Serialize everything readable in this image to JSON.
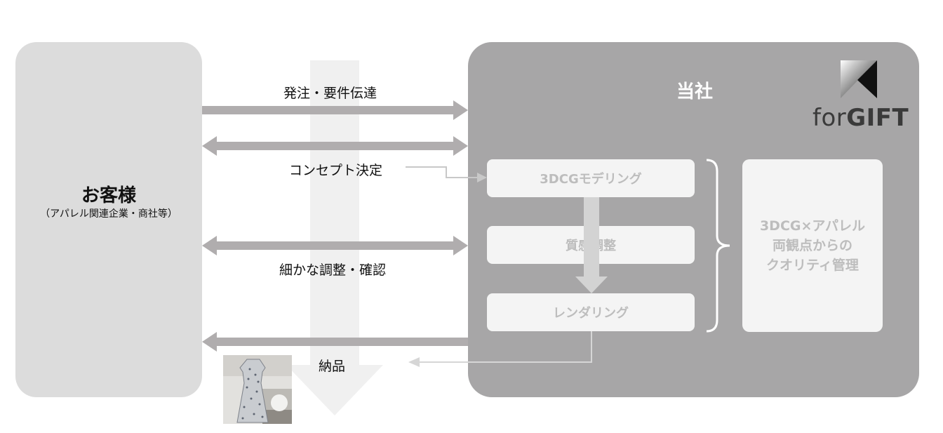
{
  "customer": {
    "title": "お客様",
    "subtitle": "（アパレル関連企業・商社等）"
  },
  "company": {
    "title": "当社",
    "logo_prefix": "for",
    "logo_suffix": "GIFT"
  },
  "messages": {
    "order": "発注・要件伝達",
    "concept": "コンセプト決定",
    "adjust": "細かな調整・確認",
    "delivery": "納品"
  },
  "steps": [
    "3DCGモデリング",
    "質感調整",
    "レンダリング"
  ],
  "quality": {
    "line1": "3DCG×アパレル",
    "line2": "両観点からの",
    "line3": "クオリティ管理"
  },
  "colors": {
    "customer_bg": "#dcdcdc",
    "company_bg": "#a7a6a7",
    "arrow": "#b0adae",
    "timeline_arrow": "#f0f0f0",
    "step_bg": "#f4f4f4",
    "step_text": "#bdbdbd"
  }
}
